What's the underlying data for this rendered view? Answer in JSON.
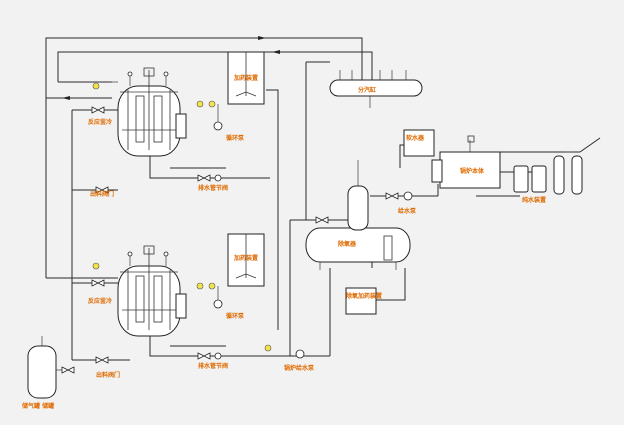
{
  "labels": {
    "reactor_top_a": "反应釜冷",
    "reactor_top_b": "出料阀门",
    "reactor_bot_a": "反应釜冷",
    "reactor_bot_b": "出料阀门",
    "dosing_top": "加药装置",
    "dosing_bot": "加药装置",
    "pump_top": "循环泵",
    "pump_bot": "循环泵",
    "valve_top": "排水管节阀",
    "valve_bot": "排水管节阀",
    "distributor": "分汽缸",
    "softener": "软水器",
    "deaerator": "除氧器",
    "boiler": "锅炉本体",
    "water_treatment": "纯水装置",
    "tank_right": "除氧加药装置",
    "feed_pump_right": "给水泵",
    "feed_pump_bottom": "锅炉给水泵",
    "tank_left": "储气罐 储罐"
  },
  "colors": {
    "label": "#e06a00",
    "gauge": "#f4e24a",
    "pipe": "#2a2a2a",
    "background": "#f1f2f1"
  }
}
